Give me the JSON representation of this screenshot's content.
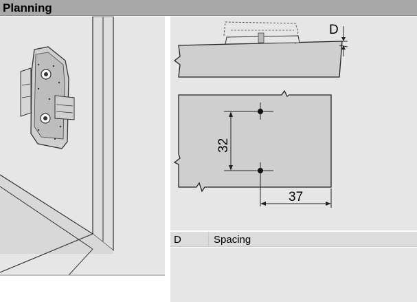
{
  "header": {
    "title": "Planning"
  },
  "diagram": {
    "side_label_d": "D",
    "dim_vertical": "32",
    "dim_horizontal": "37"
  },
  "legend": [
    {
      "key": "D",
      "value": "Spacing"
    }
  ]
}
